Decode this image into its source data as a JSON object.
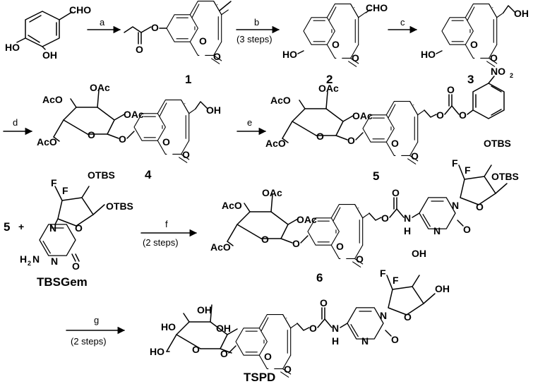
{
  "atoms": {
    "cho": "CHO",
    "ho": "HO",
    "oh": "OH",
    "o": "O",
    "oac": "OAc",
    "aco": "AcO",
    "no2": "NO",
    "no2_sub": "2",
    "otbs": "OTBS",
    "f": "F",
    "n": "N",
    "nh": "N",
    "h": "H",
    "h2n": "H",
    "h2n_sub": "2",
    "h2n_n": "N",
    "plus": "+"
  },
  "compounds": {
    "c1": "1",
    "c2": "2",
    "c3": "3",
    "c4": "4",
    "c5": "5",
    "c5_reactant": "5",
    "c6": "6",
    "tbsgem": "TBSGem",
    "tspd": "TSPD"
  },
  "arrows": {
    "a": {
      "label": "a",
      "sub": ""
    },
    "b": {
      "label": "b",
      "sub": "(3 steps)"
    },
    "c": {
      "label": "c",
      "sub": ""
    },
    "d": {
      "label": "d",
      "sub": ""
    },
    "e": {
      "label": "e",
      "sub": ""
    },
    "f": {
      "label": "f",
      "sub": "(2 steps)"
    },
    "g": {
      "label": "g",
      "sub": "(2 steps)"
    }
  },
  "colors": {
    "ink": "#000000",
    "background": "#ffffff"
  }
}
